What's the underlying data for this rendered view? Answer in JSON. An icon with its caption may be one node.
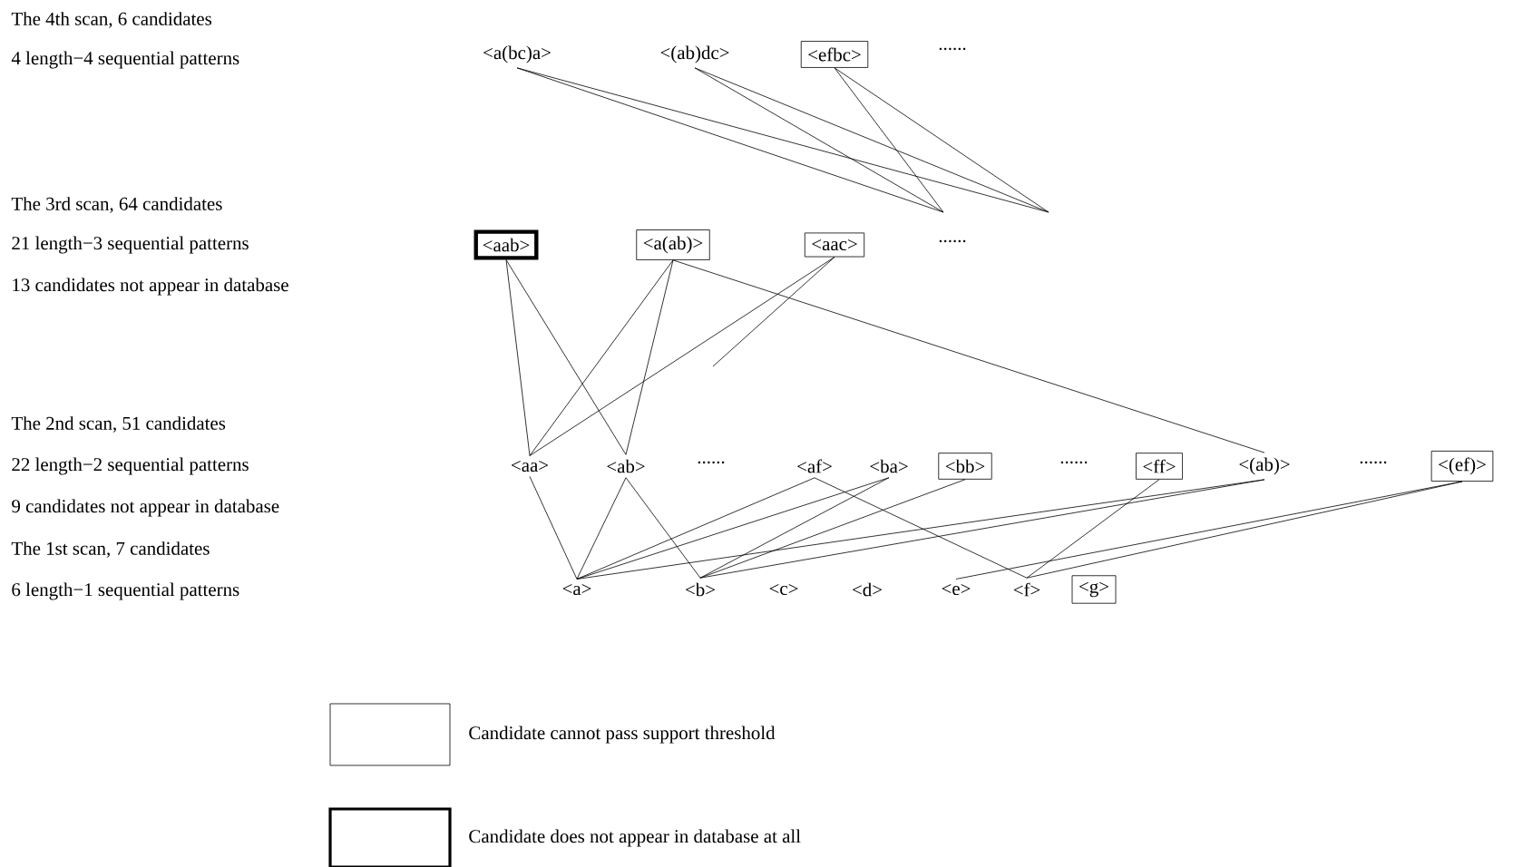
{
  "diagram": {
    "nodes": [
      {
        "text": [
          "<a(bc)a>"
        ]
      },
      {
        "text": [
          "<(ab)dc>"
        ]
      },
      {
        "text": [
          "<efbc>"
        ]
      },
      {
        "text": [
          "<aab>"
        ]
      },
      {
        "text": [
          "<a(ab)>"
        ]
      },
      {
        "text": [
          "<aac>"
        ]
      },
      {
        "text": [
          "<aa>"
        ]
      },
      {
        "text": [
          "<ab>"
        ]
      },
      {
        "text": [
          "<af>"
        ]
      },
      {
        "text": [
          "<ba>"
        ]
      },
      {
        "text": [
          "<bb>"
        ]
      },
      {
        "text": [
          "<ff>"
        ]
      },
      {
        "text": [
          "<(ab)>"
        ]
      },
      {
        "text": [
          "<(ef)>"
        ]
      },
      {
        "text": [
          "<a>"
        ]
      },
      {
        "text": [
          "<b>"
        ]
      },
      {
        "text": [
          "<c>"
        ]
      },
      {
        "text": [
          "<d>"
        ]
      },
      {
        "text": [
          "<e>"
        ]
      },
      {
        "text": [
          "<f>"
        ]
      },
      {
        "text": [
          "<g>"
        ]
      }
    ],
    "edges": [
      {
        "from": 0,
        "to": null,
        "arrow": "none"
      },
      {
        "from": 0,
        "to": null,
        "arrow": "none"
      },
      {
        "from": 1,
        "to": null,
        "arrow": "none"
      },
      {
        "from": 1,
        "to": null,
        "arrow": "none"
      },
      {
        "from": 2,
        "to": null,
        "arrow": "none"
      },
      {
        "from": 2,
        "to": null,
        "arrow": "none"
      },
      {
        "from": 3,
        "to": 6,
        "arrow": "none"
      },
      {
        "from": 3,
        "to": 7,
        "arrow": "none"
      },
      {
        "from": 4,
        "to": 6,
        "arrow": "none"
      },
      {
        "from": 4,
        "to": 7,
        "arrow": "none"
      },
      {
        "from": 4,
        "to": 12,
        "arrow": "none"
      },
      {
        "from": 5,
        "to": 6,
        "arrow": "none"
      },
      {
        "from": 5,
        "to": null,
        "arrow": "none"
      },
      {
        "from": 6,
        "to": 14,
        "arrow": "none"
      },
      {
        "from": 7,
        "to": 14,
        "arrow": "none"
      },
      {
        "from": 7,
        "to": 15,
        "arrow": "none"
      },
      {
        "from": 8,
        "to": 14,
        "arrow": "none"
      },
      {
        "from": 8,
        "to": 19,
        "arrow": "none"
      },
      {
        "from": 9,
        "to": 14,
        "arrow": "none"
      },
      {
        "from": 9,
        "to": 15,
        "arrow": "none"
      },
      {
        "from": 10,
        "to": 15,
        "arrow": "none"
      },
      {
        "from": 11,
        "to": 19,
        "arrow": "none"
      },
      {
        "from": 12,
        "to": 14,
        "arrow": "none"
      },
      {
        "from": 12,
        "to": 15,
        "arrow": "none"
      },
      {
        "from": 13,
        "to": 18,
        "arrow": "none"
      },
      {
        "from": 13,
        "to": 19,
        "arrow": "none"
      }
    ],
    "labels": [
      "The 4th scan, 6 candidates",
      "4 length−4 sequential patterns",
      "......",
      "The 3rd scan, 64 candidates",
      "21 length−3 sequential patterns",
      "13 candidates not appear in database",
      "......",
      "The 2nd scan, 51 candidates",
      "22 length−2 sequential patterns",
      "9 candidates not appear in database",
      "......",
      "......",
      "......",
      "The 1st scan, 7 candidates",
      "6 length−1 sequential patterns"
    ],
    "legend": [
      {
        "text": "Candidate cannot pass support threshold"
      },
      {
        "text": "Candidate does not appear in database at all"
      }
    ]
  }
}
